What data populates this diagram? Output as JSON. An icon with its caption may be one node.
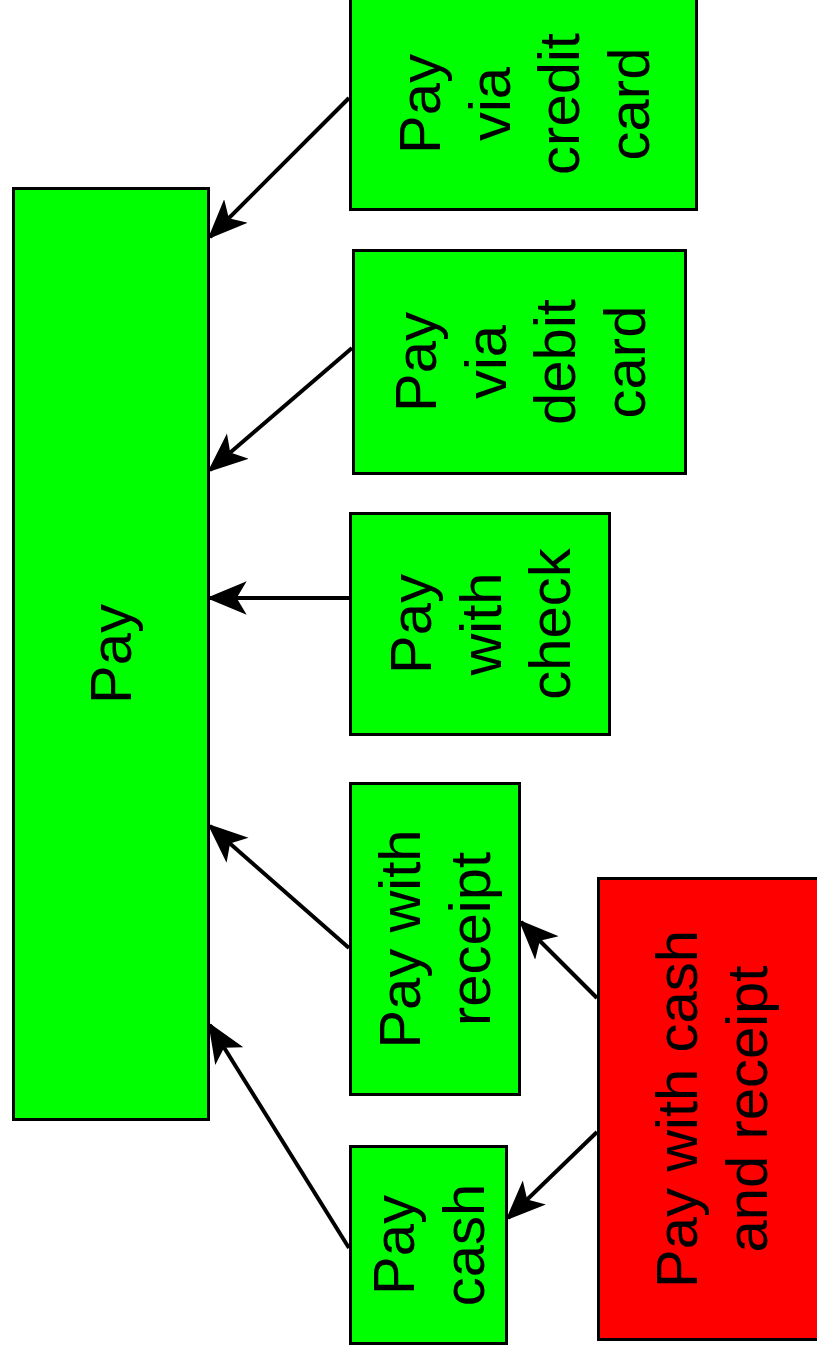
{
  "diagram": {
    "nodes": [
      {
        "text": [
          "Pay"
        ]
      },
      {
        "text": [
          "Pay via credit card"
        ]
      },
      {
        "text": [
          "Pay via debit card"
        ]
      },
      {
        "text": [
          "Pay with check"
        ]
      },
      {
        "text": [
          "Pay with receipt"
        ]
      },
      {
        "text": [
          "Pay cash"
        ]
      },
      {
        "text": [
          "Pay with cash and receipt"
        ]
      }
    ],
    "edges": [
      {
        "from": 1,
        "to": 0,
        "arrow": "to"
      },
      {
        "from": 2,
        "to": 0,
        "arrow": "to"
      },
      {
        "from": 3,
        "to": 0,
        "arrow": "to"
      },
      {
        "from": 4,
        "to": 0,
        "arrow": "to"
      },
      {
        "from": 5,
        "to": 0,
        "arrow": "to"
      },
      {
        "from": 6,
        "to": 4,
        "arrow": "to"
      },
      {
        "from": 6,
        "to": 5,
        "arrow": "to"
      }
    ]
  }
}
